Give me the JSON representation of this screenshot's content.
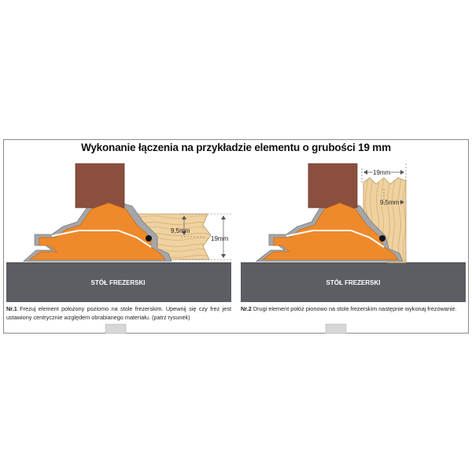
{
  "title": "Wykonanie łączenia na przykładzie elementu o grubości 19 mm",
  "panel1": {
    "table_label": "STÓŁ FREZERSKI",
    "dim_small": "9,5mm",
    "dim_thickness": "19mm",
    "caption_num": "Nr.1",
    "caption_text": " Frezuj element położony poziomo na stole frezerskim. Upewnij się czy frez jest ustawiony centrycznie względem obrabianego materiału. (patrz rysunek)"
  },
  "panel2": {
    "table_label": "STÓŁ FREZERSKI",
    "dim_thickness": "19mm",
    "dim_small": "9,5mm",
    "caption_num": "Nr.2",
    "caption_text": " Drugi element połóż pionowo na stole frezerskim następnie wykonaj frezowanie."
  },
  "colors": {
    "orange": "#ee8a2c",
    "table": "#5b5e63",
    "table_edge": "#3c3e42",
    "shaft": "#8a4f3e",
    "wood": "#efd2a0",
    "wood_grain": "#d9b47a",
    "grey_profile": "#a4a6a9"
  }
}
